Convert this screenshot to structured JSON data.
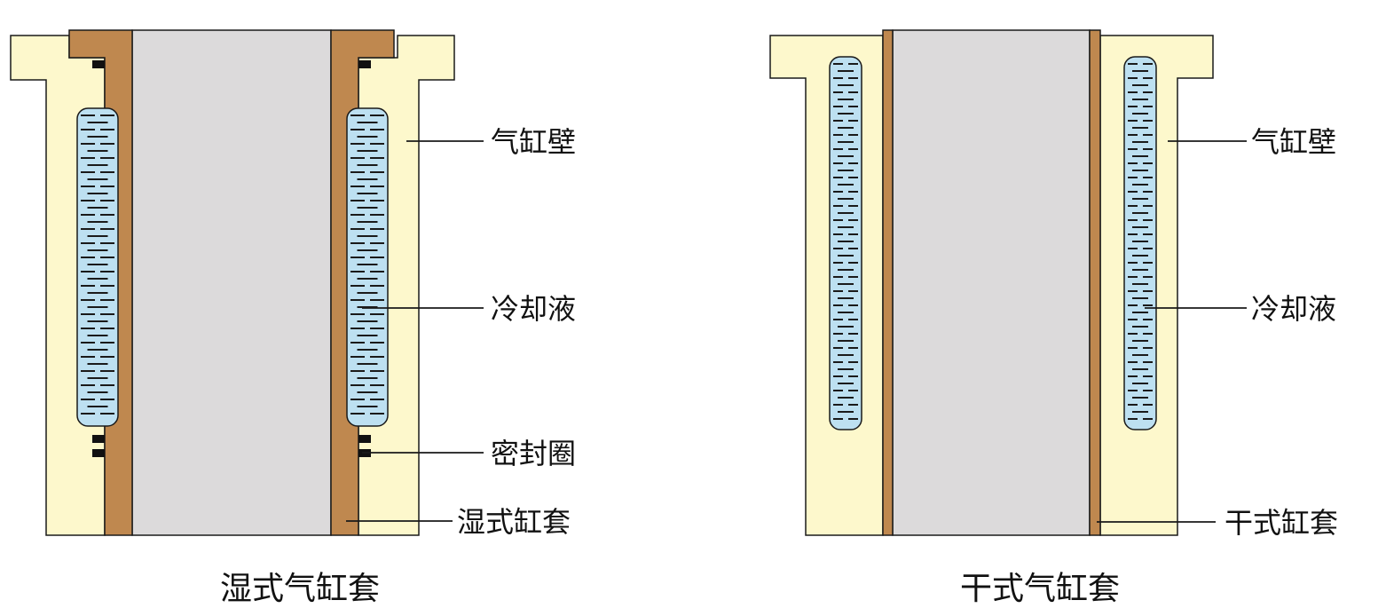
{
  "diagram": {
    "wet": {
      "caption": "湿式气缸套",
      "labels": {
        "wall": "气缸壁",
        "coolant": "冷却液",
        "seal": "密封圈",
        "liner": "湿式缸套"
      }
    },
    "dry": {
      "caption": "干式气缸套",
      "labels": {
        "wall": "气缸壁",
        "coolant": "冷却液",
        "liner": "干式缸套"
      }
    },
    "colors": {
      "block": "#fdf8cc",
      "liner": "#bf884f",
      "bore": "#dcdadb",
      "coolant": "#bde0f1",
      "seal": "#111111"
    }
  }
}
